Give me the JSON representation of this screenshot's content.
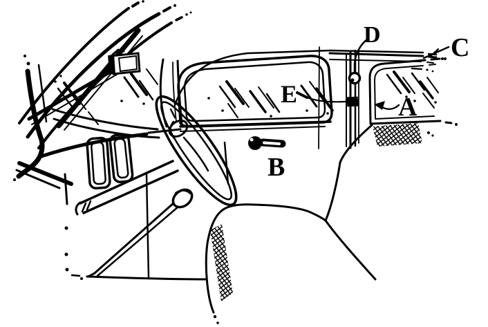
{
  "figure": {
    "kind": "black and white line drawing",
    "subject": "car interior seen from driver seat: windshield, steering wheel, gear lever, door window, quarter window, seat",
    "ink_color": "#000000",
    "background_color": "#ffffff"
  },
  "labels": [
    {
      "letter": "A"
    },
    {
      "letter": "B"
    },
    {
      "letter": "C"
    },
    {
      "letter": "D"
    },
    {
      "letter": "E"
    }
  ]
}
